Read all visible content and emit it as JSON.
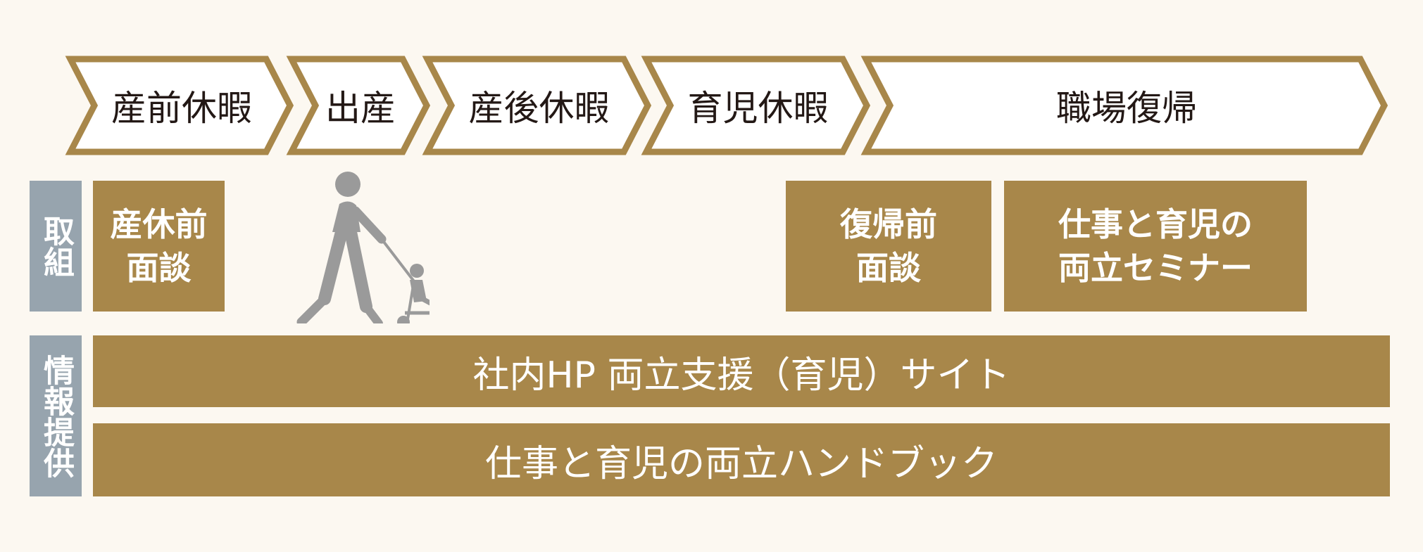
{
  "phases": [
    {
      "id": "prenatal",
      "label": "産前休暇"
    },
    {
      "id": "birth",
      "label": "出産"
    },
    {
      "id": "postnatal",
      "label": "産後休暇"
    },
    {
      "id": "childcare",
      "label": "育児休暇"
    },
    {
      "id": "return",
      "label": "職場復帰"
    }
  ],
  "rows": {
    "initiatives": {
      "label": "取組"
    },
    "information": {
      "label": "情報提供"
    }
  },
  "initiatives": {
    "pre_leave_interview": "産休前\n面談",
    "pre_return_interview": "復帰前\n面談",
    "seminar": "仕事と育児の\n両立セミナー"
  },
  "information": {
    "site": "社内HP 両立支援（育児）サイト",
    "handbook": "仕事と育児の両立ハンドブック"
  },
  "colors": {
    "background": "#fcf8f1",
    "accent_gold": "#a8874a",
    "label_gray": "#97a4ae",
    "figure_gray": "#9a9a9a",
    "text_dark": "#231815"
  },
  "icons": {
    "figure": "person-pushing-stroller-icon"
  }
}
